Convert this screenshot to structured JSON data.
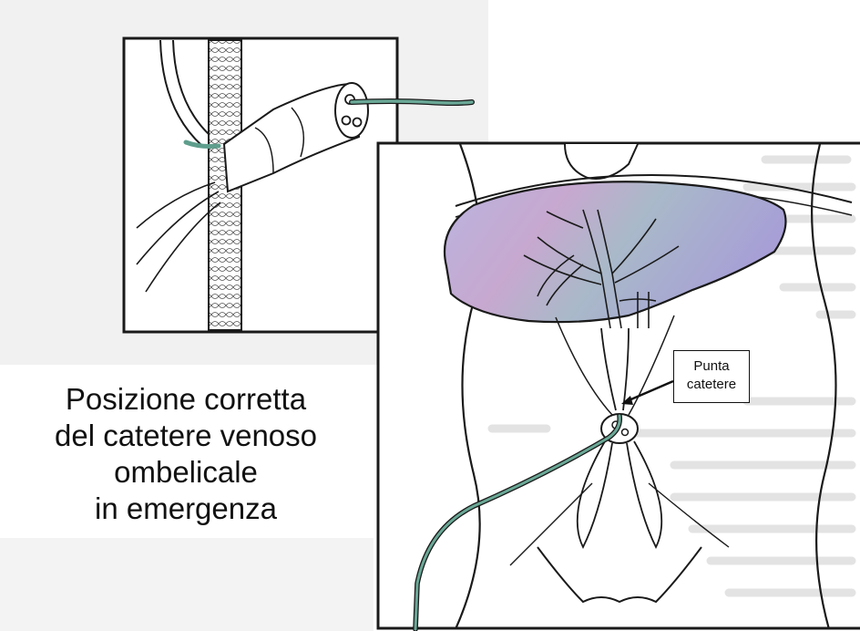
{
  "caption": {
    "line1": "Posizione corretta",
    "line2": "del catetere venoso",
    "line3": "ombelicale",
    "line4": "in emergenza"
  },
  "callout": {
    "line1": "Punta",
    "line2": "catetere"
  },
  "colors": {
    "outline": "#1a1a1a",
    "catheter": "#5f9e8c",
    "liver_tint_a": "#a8a7d6",
    "liver_tint_b": "#c4a3c9",
    "background_page": "#ededed"
  }
}
